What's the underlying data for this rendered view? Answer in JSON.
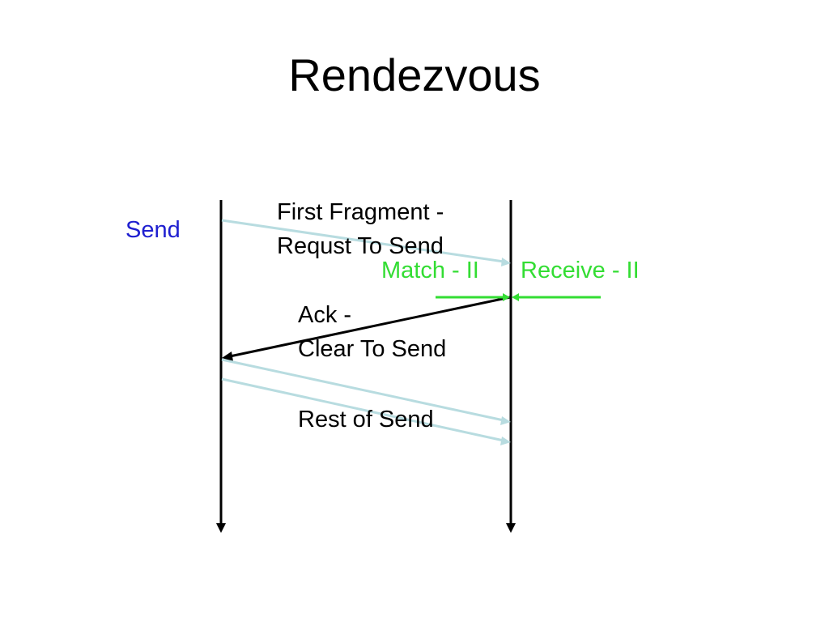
{
  "title": "Rendezvous",
  "labels": {
    "send": "Send",
    "first_fragment_line1": "First Fragment -",
    "first_fragment_line2": "Requst To Send",
    "match": "Match - II",
    "receive": "Receive - II",
    "ack_line1": "Ack -",
    "ack_line2": "Clear To Send",
    "rest_of_send": "Rest of Send"
  },
  "colors": {
    "send": "#1f1fd0",
    "match_receive": "#33dd33",
    "data_arrow": "#b8dce0",
    "ack_arrow": "#000000",
    "timeline": "#000000"
  }
}
